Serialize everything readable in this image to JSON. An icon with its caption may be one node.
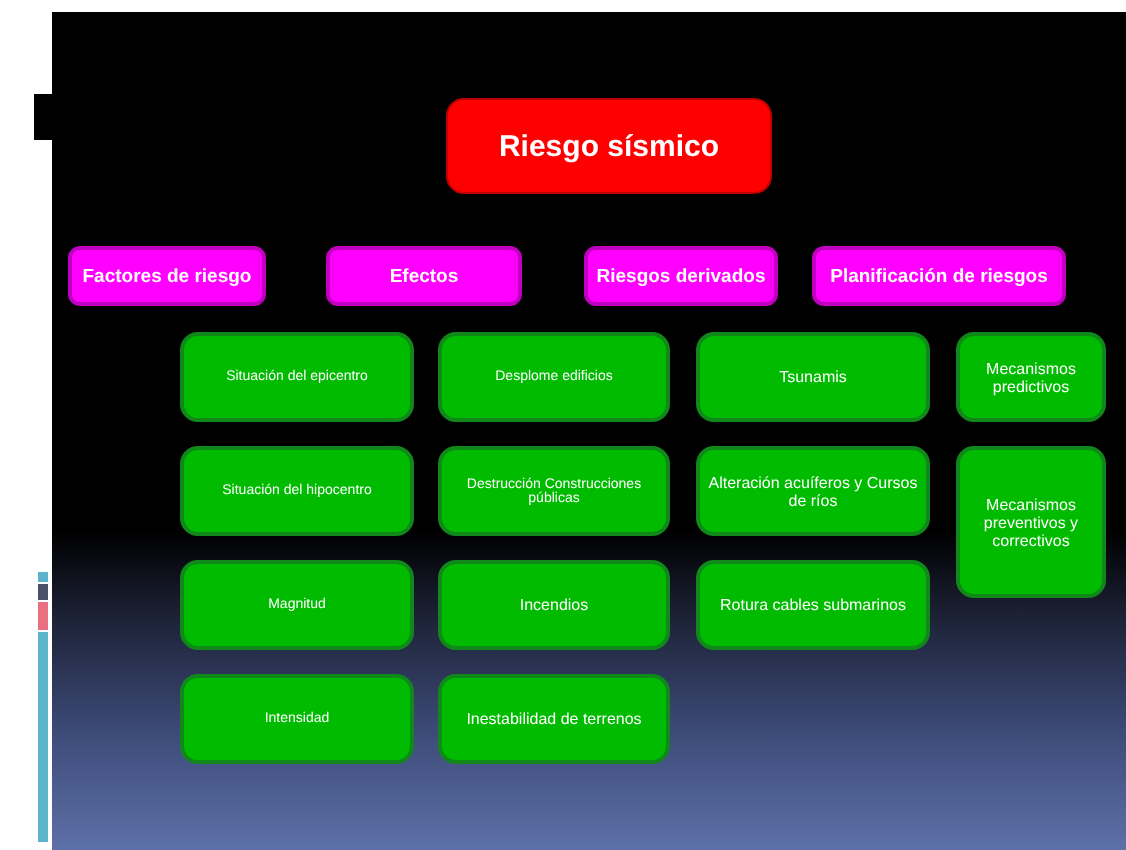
{
  "diagram": {
    "nodes": [
      {
        "text": [
          "Riesgo  sísmico"
        ]
      },
      {
        "text": [
          "Factores de riesgo"
        ]
      },
      {
        "text": [
          "Efectos"
        ]
      },
      {
        "text": [
          "Riesgos derivados"
        ]
      },
      {
        "text": [
          "Planificación de riesgos"
        ]
      },
      {
        "text": [
          "Situación del epicentro"
        ]
      },
      {
        "text": [
          "Desplome edificios"
        ]
      },
      {
        "text": [
          "Tsunamis"
        ]
      },
      {
        "text": [
          "Mecanismos predictivos"
        ]
      },
      {
        "text": [
          "Situación del hipocentro"
        ]
      },
      {
        "text": [
          "Destrucción Construcciones públicas"
        ]
      },
      {
        "text": [
          "Alteración acuíferos  y Cursos  de ríos"
        ]
      },
      {
        "text": [
          "Mecanismos preventivos y correctivos"
        ]
      },
      {
        "text": [
          "Magnitud"
        ]
      },
      {
        "text": [
          "Incendios"
        ]
      },
      {
        "text": [
          "Rotura  cables submarinos"
        ]
      },
      {
        "text": [
          "Intensidad"
        ]
      },
      {
        "text": [
          "Inestabilidad de terrenos"
        ]
      }
    ]
  }
}
